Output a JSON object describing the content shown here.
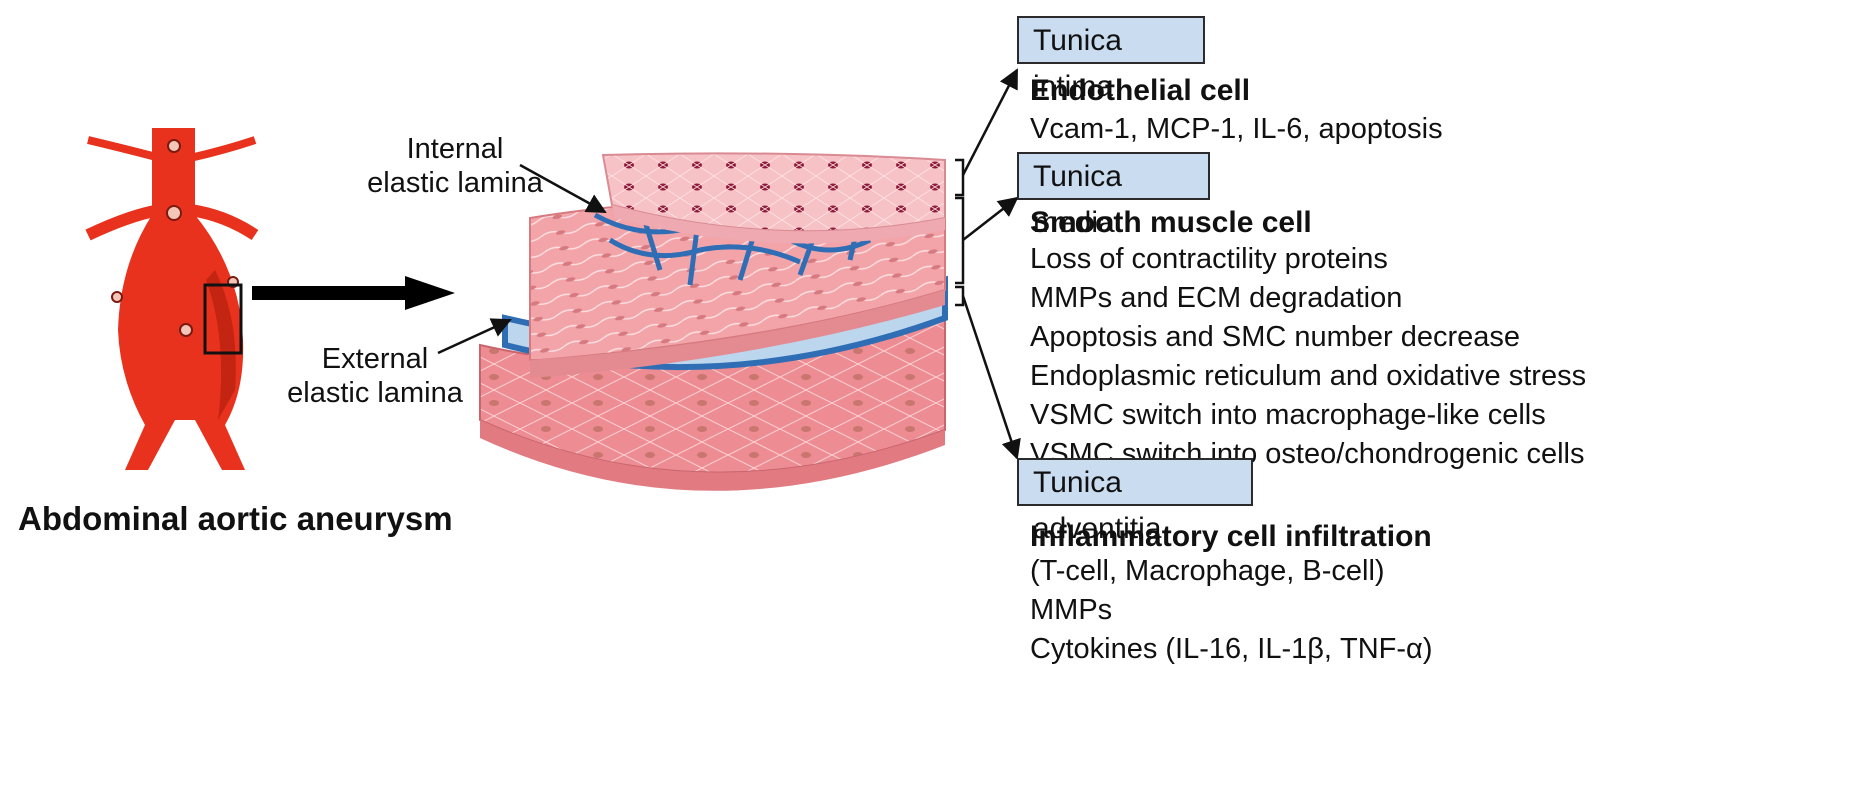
{
  "title": "Abdominal aortic aneurysm",
  "labels": {
    "internal": [
      "Internal",
      "elastic lamina"
    ],
    "external": [
      "External",
      "elastic lamina"
    ]
  },
  "layers": [
    {
      "name": "Tunica intima",
      "heading": "Endothelial cell",
      "items": [
        "Vcam-1, MCP-1, IL-6, apoptosis"
      ]
    },
    {
      "name": "Tunica media",
      "heading": "Smooth muscle cell",
      "items": [
        "Loss of contractility proteins",
        "MMPs and ECM degradation",
        "Apoptosis and SMC number decrease",
        "Endoplasmic reticulum and oxidative stress",
        "VSMC switch into macrophage-like cells",
        "VSMC switch into osteo/chondrogenic cells"
      ]
    },
    {
      "name": "Tunica adventitia",
      "heading": "Inflammatory cell infiltration",
      "items": [
        "(T-cell, Macrophage, B-cell)",
        "MMPs",
        "Cytokines (IL-16, IL-1β, TNF-α)"
      ]
    }
  ],
  "colors": {
    "aorta": "#e8321e",
    "aorta_dark": "#c42412",
    "intima": "#f7c2c6",
    "intima_nuclei": "#8e1b3a",
    "media": "#f3a4a9",
    "adventitia": "#ee8c93",
    "lamina": "#2f6eb4",
    "lamina_light": "#bcd6ee",
    "box_fill": "#c9dcf0"
  }
}
